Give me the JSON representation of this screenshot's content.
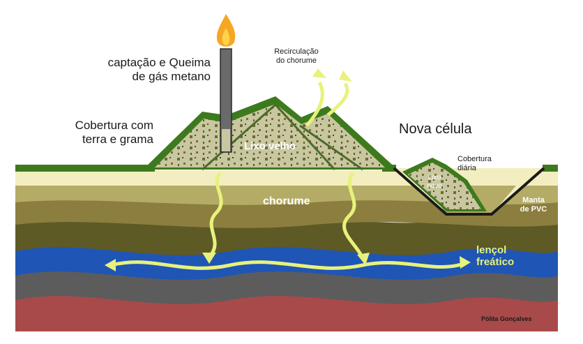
{
  "labels": {
    "captacao_line1": "captação e Queima",
    "captacao_line2": "de gás metano",
    "cobertura_line1": "Cobertura com",
    "cobertura_line2": "terra e grama",
    "recirculacao_line1": "Recirculação",
    "recirculacao_line2": "do chorume",
    "nova_celula": "Nova célula",
    "cobertura_diaria_line1": "Cobertura",
    "cobertura_diaria_line2": "diária",
    "lixo_velho": "Lixo velho",
    "lixo_novo_line1": "Lixo",
    "lixo_novo_line2": "novo",
    "chorume": "chorume",
    "manta_line1": "Manta",
    "manta_line2": "de PVC",
    "lencol_line1": "lençol",
    "lencol_line2": "freático",
    "credit": "Pólita Gonçalves"
  },
  "colors": {
    "grass": "#3d7a1e",
    "waste": "#c9c7a0",
    "topsoil": "#f2eec0",
    "layer2": "#b4ac66",
    "layer3": "#8b7e3f",
    "layer4": "#5e5a26",
    "water": "#1f55b5",
    "rock": "#5c5c5c",
    "deep": "#a84a4a",
    "arrow": "#e8f27a",
    "flame": "#f5a623"
  }
}
